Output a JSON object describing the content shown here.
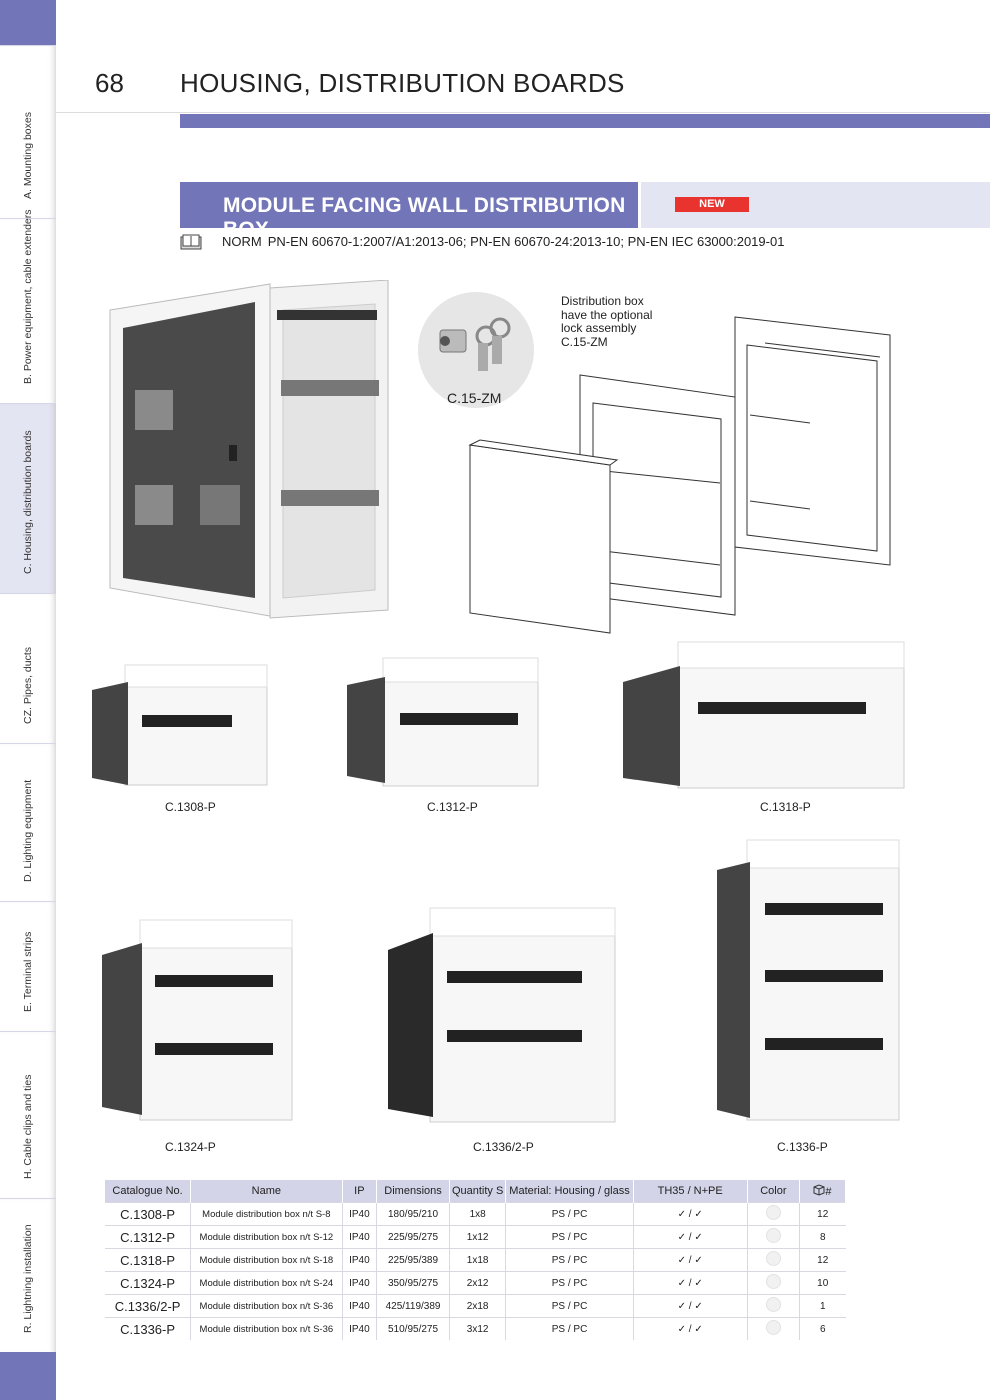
{
  "sidebar": {
    "tabs": [
      {
        "label": "A. Mounting boxes"
      },
      {
        "label": "B. Power equipment, cable extenders"
      },
      {
        "label": "C. Housing, distribution boards"
      },
      {
        "label": "CZ. Pipes, ducts"
      },
      {
        "label": "D. Lighting equipment"
      },
      {
        "label": "E. Terminal strips"
      },
      {
        "label": "H. Cable clips and ties"
      },
      {
        "label": "R. Lightning installation"
      }
    ]
  },
  "header": {
    "page_number": "68",
    "title": "HOUSING, DISTRIBUTION BOARDS"
  },
  "section": {
    "title": "MODULE FACING WALL DISTRIBUTION BOX",
    "badge": "NEW",
    "norm_label": "NORM",
    "norm_text": "PN-EN 60670-1:2007/A1:2013-06; PN-EN 60670-24:2013-10; PN-EN IEC 63000:2019-01"
  },
  "lock": {
    "code": "C.15-ZM",
    "note_lines": [
      "Distribution box",
      "have the optional",
      "lock assembly",
      "C.15-ZM"
    ]
  },
  "products": {
    "p1": "C.1308-P",
    "p2": "C.1312-P",
    "p3": "C.1318-P",
    "p4": "C.1324-P",
    "p5": "C.1336/2-P",
    "p6": "C.1336-P"
  },
  "table": {
    "headers": [
      "Catalogue No.",
      "Name",
      "IP",
      "Dimensions",
      "Quantity S",
      "Material: Housing / glass",
      "TH35 / N+PE",
      "Color",
      "#"
    ],
    "rows": [
      {
        "cat": "C.1308-P",
        "name": "Module distribution box n/t S-8",
        "ip": "IP40",
        "dim": "180/95/210",
        "qty": "1x8",
        "mat": "PS / PC",
        "th": "✓ / ✓",
        "pack": "12"
      },
      {
        "cat": "C.1312-P",
        "name": "Module distribution box n/t S-12",
        "ip": "IP40",
        "dim": "225/95/275",
        "qty": "1x12",
        "mat": "PS / PC",
        "th": "✓ / ✓",
        "pack": "8"
      },
      {
        "cat": "C.1318-P",
        "name": "Module distribution box n/t S-18",
        "ip": "IP40",
        "dim": "225/95/389",
        "qty": "1x18",
        "mat": "PS / PC",
        "th": "✓ / ✓",
        "pack": "12"
      },
      {
        "cat": "C.1324-P",
        "name": "Module distribution box n/t S-24",
        "ip": "IP40",
        "dim": "350/95/275",
        "qty": "2x12",
        "mat": "PS / PC",
        "th": "✓ / ✓",
        "pack": "10"
      },
      {
        "cat": "C.1336/2-P",
        "name": "Module distribution box n/t S-36",
        "ip": "IP40",
        "dim": "425/119/389",
        "qty": "2x18",
        "mat": "PS / PC",
        "th": "✓ / ✓",
        "pack": "1"
      },
      {
        "cat": "C.1336-P",
        "name": "Module distribution box n/t S-36",
        "ip": "IP40",
        "dim": "510/95/275",
        "qty": "3x12",
        "mat": "PS / PC",
        "th": "✓ / ✓",
        "pack": "6"
      }
    ]
  },
  "colors": {
    "accent": "#7276b8",
    "accent_light": "#e4e5f2",
    "badge": "#e8332f"
  }
}
